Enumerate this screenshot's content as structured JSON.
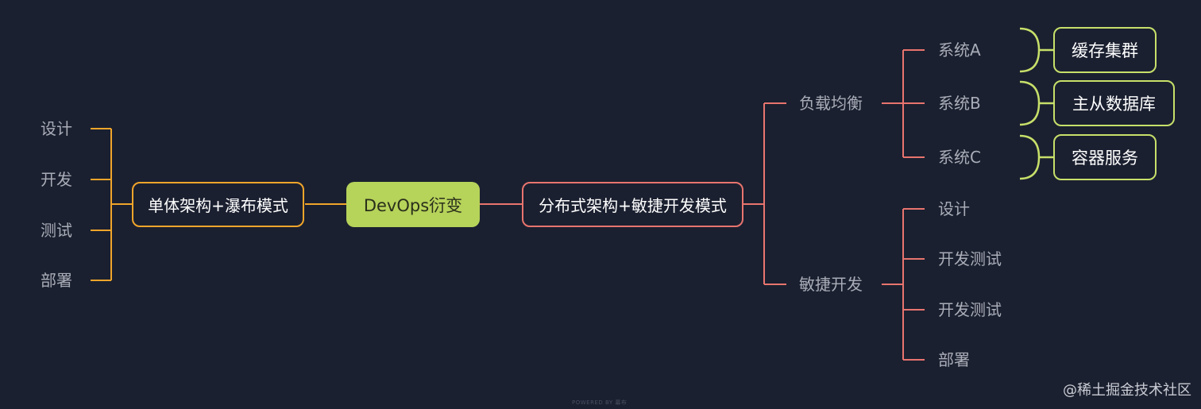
{
  "root": {
    "label": "DevOps衍变"
  },
  "left": {
    "label": "单体架构+瀑布模式",
    "children": [
      "设计",
      "开发",
      "测试",
      "部署"
    ]
  },
  "right": {
    "label": "分布式架构+敏捷开发模式",
    "load_balance": {
      "label": "负载均衡",
      "children": [
        {
          "label": "系统A",
          "note": "缓存集群"
        },
        {
          "label": "系统B",
          "note": "主从数据库"
        },
        {
          "label": "系统C",
          "note": "容器服务"
        }
      ]
    },
    "agile": {
      "label": "敏捷开发",
      "children": [
        "设计",
        "开发测试",
        "开发测试",
        "部署"
      ]
    }
  },
  "colors": {
    "background": "#1b2030",
    "left_branch": "#f0a52a",
    "right_branch": "#e8746e",
    "root_fill": "#b6d35a",
    "note_border": "#c7e06a"
  },
  "footer": {
    "powered": "POWERED BY 幕布",
    "watermark": "@稀土掘金技术社区"
  }
}
